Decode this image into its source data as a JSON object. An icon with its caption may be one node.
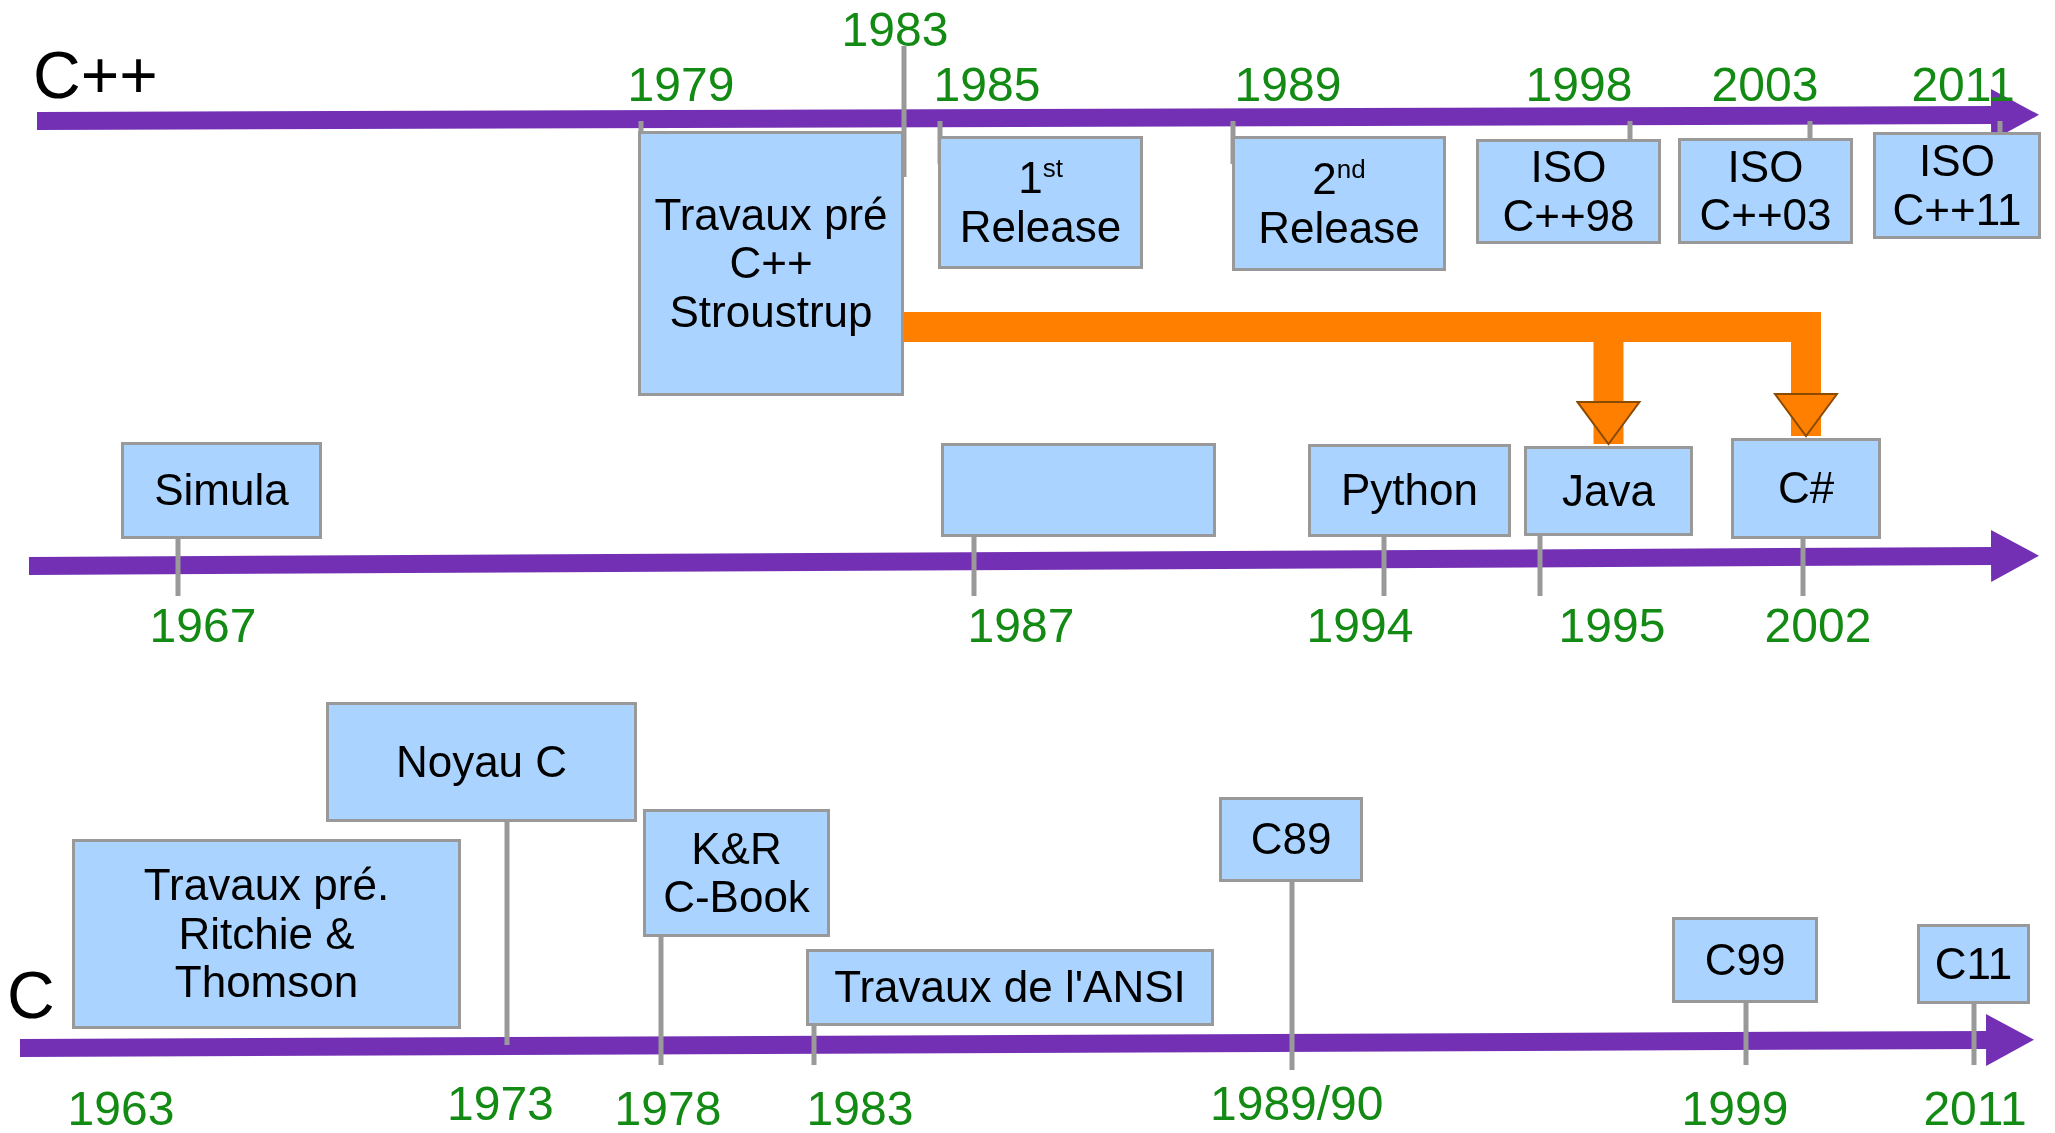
{
  "diagram": {
    "nodes": [
      {
        "text": [
          "Travaux pré C++ Stroustrup"
        ],
        "beside": [
          "1979",
          "1983"
        ]
      },
      {
        "text": [
          "1$^{st}$ Release"
        ],
        "beside": [
          "1985"
        ]
      },
      {
        "text": [
          "2$^{nd}$ Release"
        ],
        "beside": [
          "1989"
        ]
      },
      {
        "text": [
          "ISO C++98"
        ],
        "beside": [
          "1998"
        ]
      },
      {
        "text": [
          "ISO C++03"
        ],
        "beside": [
          "2003"
        ]
      },
      {
        "text": [
          "ISO C++11"
        ],
        "beside": [
          "2011"
        ]
      },
      {
        "text": [
          "Simula"
        ],
        "beside": [
          "1967"
        ]
      },
      {
        "text": [],
        "shape": "box",
        "beside": [
          "1987"
        ]
      },
      {
        "text": [
          "Python"
        ],
        "beside": [
          "1994"
        ]
      },
      {
        "text": [
          "Java"
        ],
        "beside": [
          "1995"
        ]
      },
      {
        "text": [
          "C#"
        ],
        "beside": [
          "2002"
        ]
      },
      {
        "text": [
          "Noyau C"
        ]
      },
      {
        "text": [
          "Travaux pré. Ritchie & Thomson"
        ],
        "beside": [
          "1963"
        ]
      },
      {
        "text": [
          "K&R C-Book"
        ],
        "beside": [
          "1978"
        ]
      },
      {
        "text": [
          "C89"
        ]
      },
      {
        "text": [
          "C99"
        ],
        "beside": [
          "1999"
        ]
      },
      {
        "text": [
          "C11"
        ],
        "beside": [
          "2011"
        ]
      },
      {
        "text": [
          "Travaux de l'ANSI"
        ],
        "beside": [
          "1983"
        ]
      }
    ],
    "edges": [
      {
        "from": 0,
        "to": 9,
        "arrow": "to"
      },
      {
        "from": 0,
        "to": 10,
        "arrow": "to"
      }
    ],
    "labels": [
      "C++",
      "C",
      "1973",
      "1989/90"
    ]
  }
}
